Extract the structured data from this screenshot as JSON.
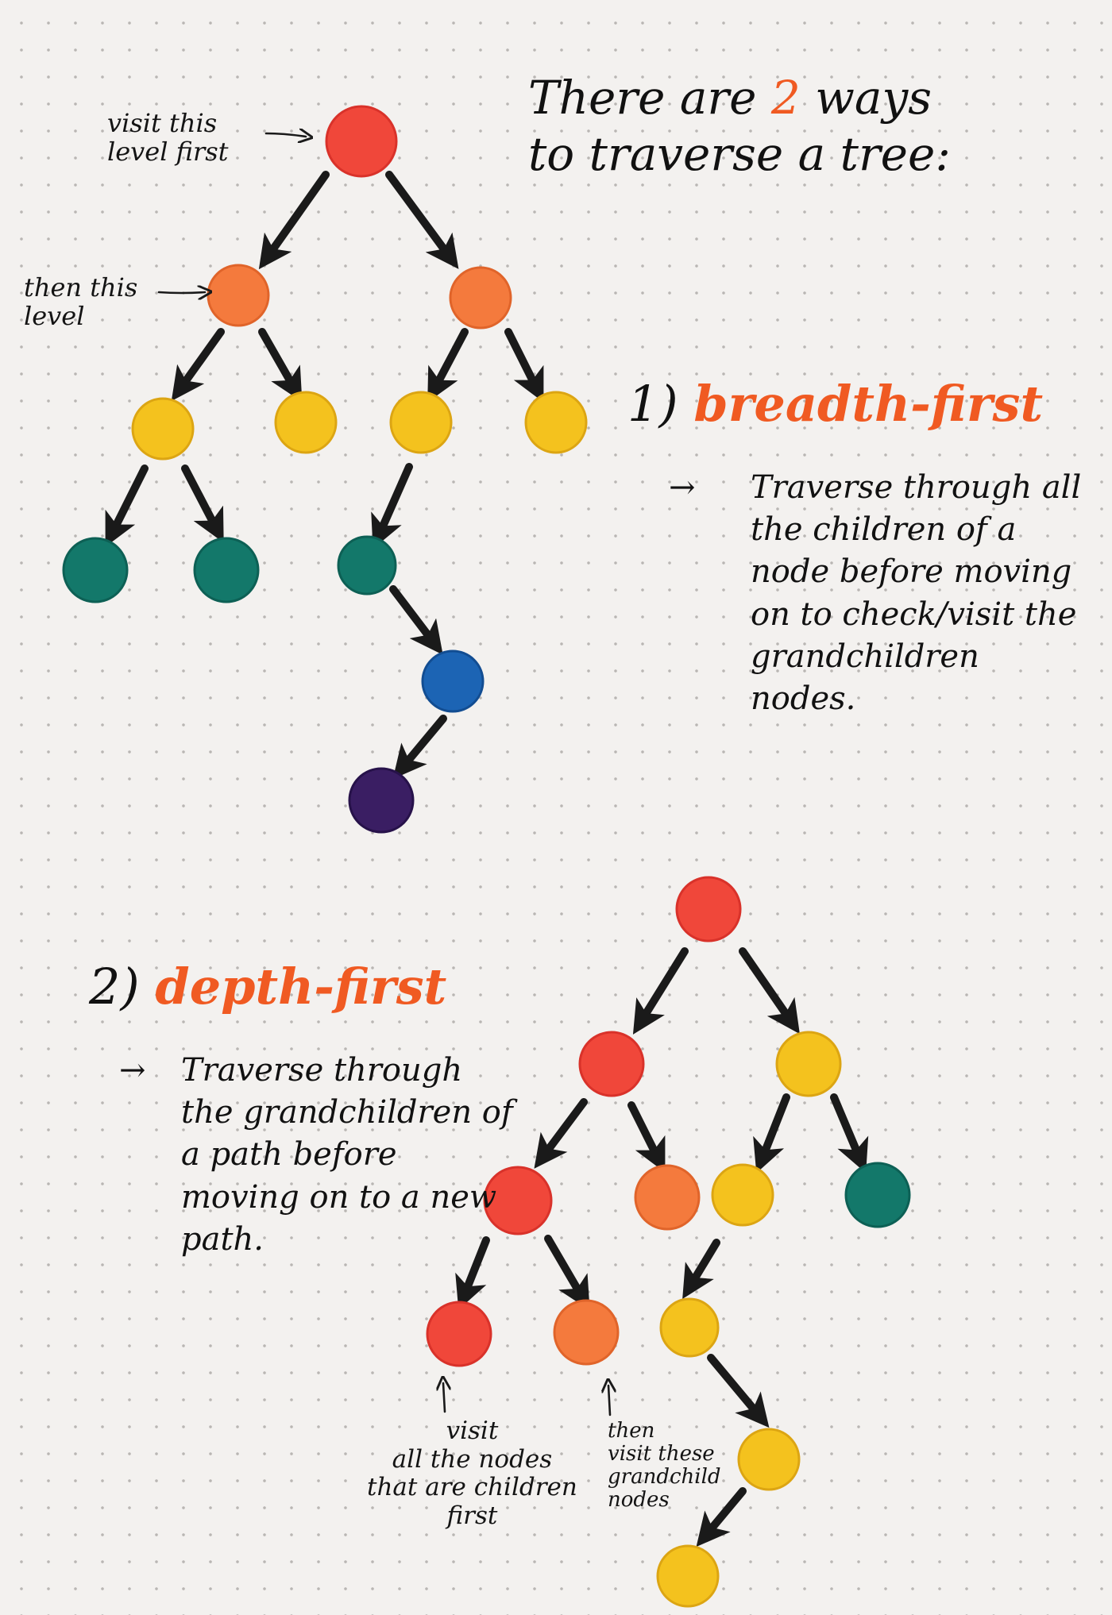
{
  "title": {
    "line1_pre": "There are ",
    "count": "2",
    "line1_post": " ways",
    "line2": "to traverse a tree:"
  },
  "bfs": {
    "number": "1)",
    "label": "breadth-first",
    "arrow": "→",
    "description": "Traverse through all the children of a node before moving on to check/visit the grandchildren nodes."
  },
  "dfs": {
    "number": "2)",
    "label": "depth-first",
    "arrow": "→",
    "description": "Traverse through the grandchildren of a path before moving on to a new path."
  },
  "annotations": {
    "visit_level_first": "visit this\nlevel first",
    "then_this_level": "then this\nlevel",
    "visit_children_first": "visit\nall the nodes\nthat are children\nfirst",
    "then_grandchild": "then\nvisit these\ngrandchild\nnodes"
  },
  "colors": {
    "red": "#f0473a",
    "orange": "#f47a3d",
    "yellow": "#f4c21e",
    "teal": "#13786a",
    "blue": "#1c64b4",
    "purple": "#3a1e63",
    "accent": "#f05a22",
    "ink": "#1a1a1a"
  }
}
